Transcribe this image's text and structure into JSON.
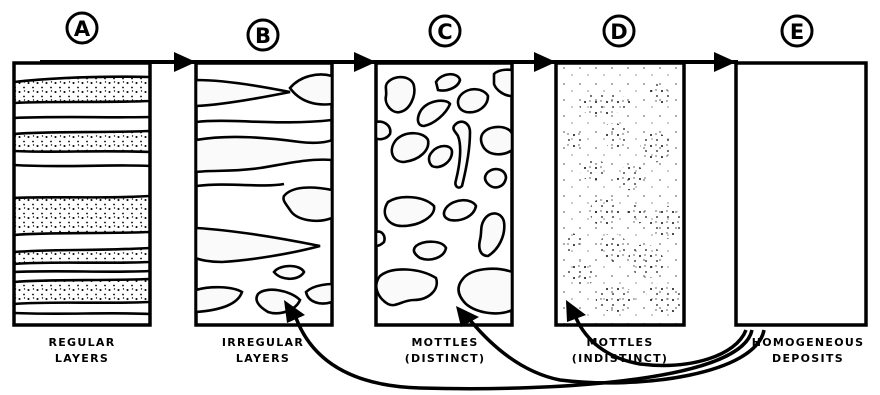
{
  "stages": [
    {
      "letter": "A",
      "caption_line1": "REGULAR",
      "caption_line2": "LAYERS"
    },
    {
      "letter": "B",
      "caption_line1": "IRREGULAR",
      "caption_line2": "LAYERS"
    },
    {
      "letter": "C",
      "caption_line1": "MOTTLES",
      "caption_line2": "(DISTINCT)"
    },
    {
      "letter": "D",
      "caption_line1": "MOTTLES",
      "caption_line2": "(INDISTINCT)"
    },
    {
      "letter": "E",
      "caption_line1": "HOMOGENEOUS",
      "caption_line2": "DEPOSITS"
    }
  ],
  "colors": {
    "ink": "#000000",
    "paper": "#ffffff"
  }
}
